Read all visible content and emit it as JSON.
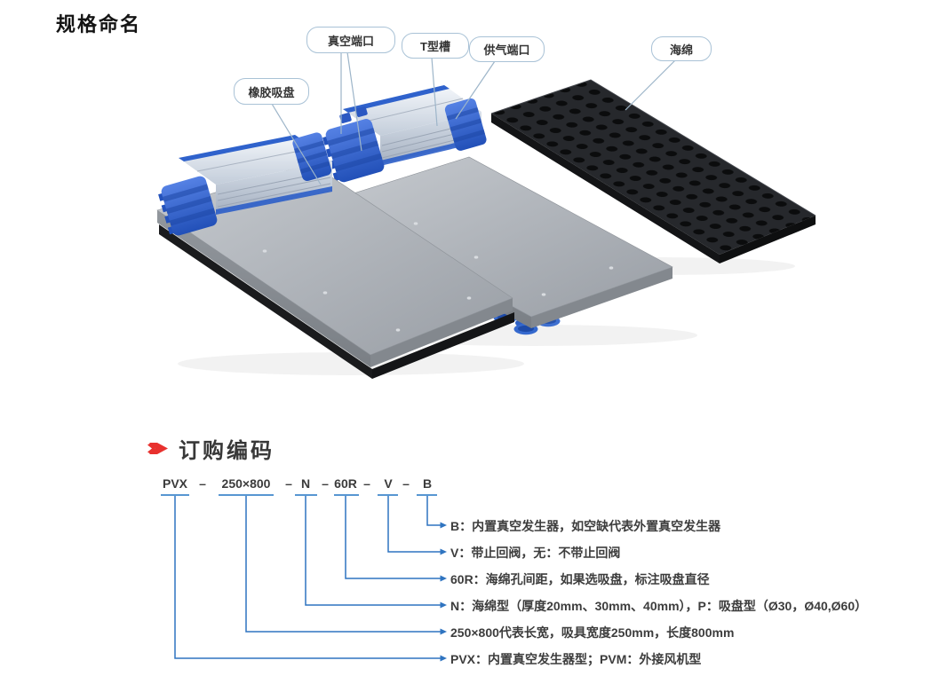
{
  "page": {
    "title": "规格命名",
    "background": "#ffffff"
  },
  "diagram": {
    "callouts": [
      {
        "id": "rubber-suction-cup",
        "label": "橡胶吸盘"
      },
      {
        "id": "vacuum-port",
        "label": "真空端口"
      },
      {
        "id": "t-slot",
        "label": "T型槽"
      },
      {
        "id": "air-supply-port",
        "label": "供气端口"
      },
      {
        "id": "sponge",
        "label": "海绵"
      }
    ]
  },
  "order_code": {
    "icon": "red-double-chevron-right",
    "heading": "订购编码",
    "separator": "–",
    "segments": [
      "PVX",
      "250×800",
      "N",
      "60R",
      "V",
      "B"
    ],
    "explanations": [
      "B：内置真空发生器，如空缺代表外置真空发生器",
      "V：带止回阀，无：不带止回阀",
      "60R：海绵孔间距，如果选吸盘，标注吸盘直径",
      "N：海绵型（厚度20mm、30mm、40mm），P：吸盘型（Ø30，Ø40,Ø60）",
      "250×800代表长宽，吸具宽度250mm，长度800mm",
      "PVX：内置真空发生器型；PVM：外接风机型"
    ]
  },
  "colors": {
    "connector_blue": "#2f74c0",
    "underline_blue": "#5796d2",
    "leader_line": "#9db5c9",
    "heading_arrow_red": "#e8312e",
    "callout_border": "#a9c2d6",
    "suction_cup_blue": "#2f6cd4",
    "plate_gray": "#a9aeb4",
    "sponge_black": "#26282c",
    "text_dark": "#3a3a3a"
  }
}
